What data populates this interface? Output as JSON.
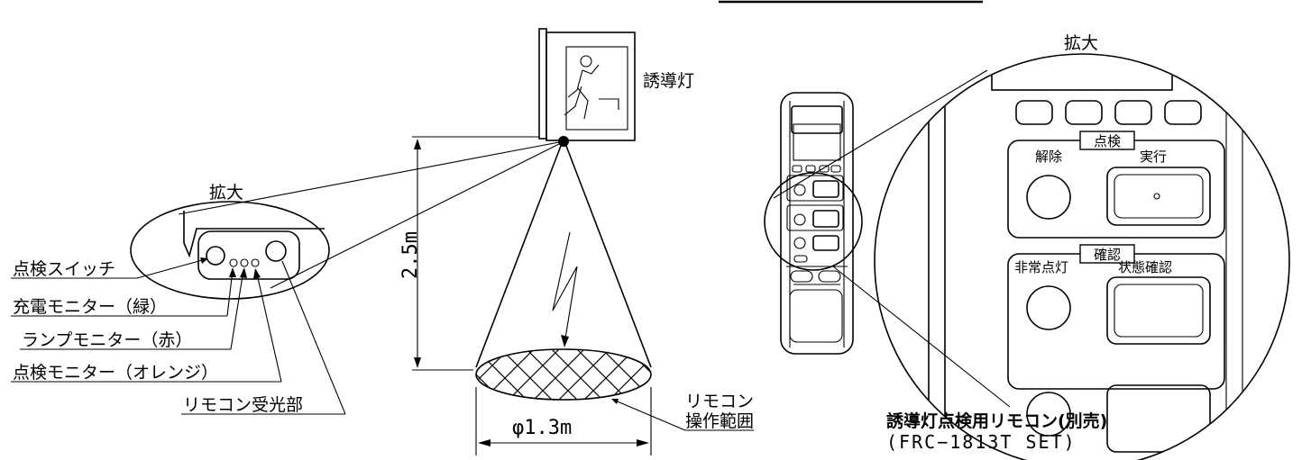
{
  "sensor_detail": {
    "magnify_label": "拡大",
    "callouts": [
      "点検スイッチ",
      "充電モニター（緑）",
      "ランプモニター（赤）",
      "点検モニター（オレンジ）",
      "リモコン受光部"
    ]
  },
  "exit_sign": {
    "label": "誘導灯"
  },
  "dimensions": {
    "height": "2.5m",
    "diameter": "φ1.3m"
  },
  "range": {
    "label_line1": "リモコン",
    "label_line2": "操作範囲"
  },
  "remote_detail": {
    "magnify_label": "拡大",
    "group1_title": "点検",
    "btn_release": "解除",
    "btn_execute": "実行",
    "group2_title": "確認",
    "btn_emergency": "非常点灯",
    "btn_status": "状態確認"
  },
  "remote_caption": {
    "line1": "誘導灯点検用リモコン(別売)",
    "line2": "(FRC−1813T  SET)"
  }
}
